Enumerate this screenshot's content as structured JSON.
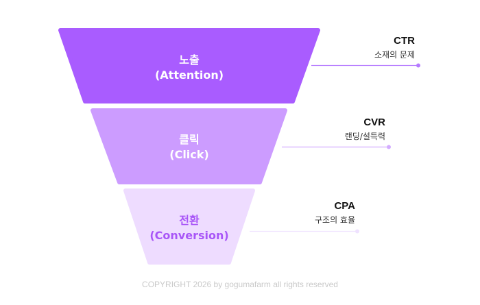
{
  "stages": [
    {
      "title": "노출",
      "subtitle": "(Attention)",
      "fill": "#a95cff",
      "text_color": "#ffffff"
    },
    {
      "title": "클릭",
      "subtitle": "(Click)",
      "fill": "#cc9cff",
      "text_color": "#ffffff"
    },
    {
      "title": "전환",
      "subtitle": "(Conversion)",
      "fill": "#eedcff",
      "text_color": "#a855f7"
    }
  ],
  "metrics": [
    {
      "name": "CTR",
      "desc": "소재의 문제",
      "line_color": "#b57aff"
    },
    {
      "name": "CVR",
      "desc": "랜딩/설득력",
      "line_color": "#d3acff"
    },
    {
      "name": "CPA",
      "desc": "구조의 효율",
      "line_color": "#efe2ff"
    }
  ],
  "footer": {
    "copyright": "COPYRIGHT 2026 by gogumafarm all rights reserved"
  }
}
